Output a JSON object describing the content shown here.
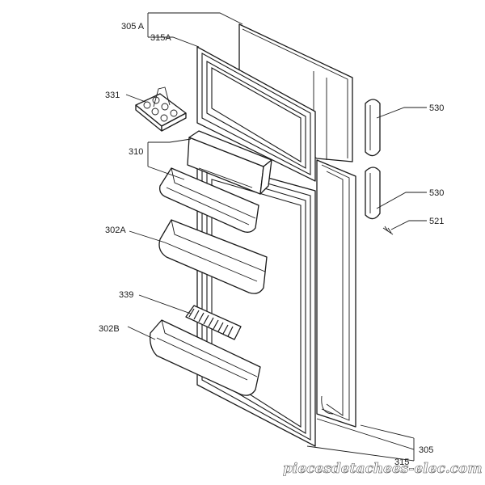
{
  "diagram": {
    "labels": {
      "l305a": "305 A",
      "l315a": "315A",
      "l331": "331",
      "l310": "310",
      "l302a": "302A",
      "l339": "339",
      "l302b": "302B",
      "l530a": "530",
      "l530b": "530",
      "l521": "521",
      "l305": "305",
      "l315": "315"
    },
    "watermark": "piecesdetachees-elec.com"
  }
}
